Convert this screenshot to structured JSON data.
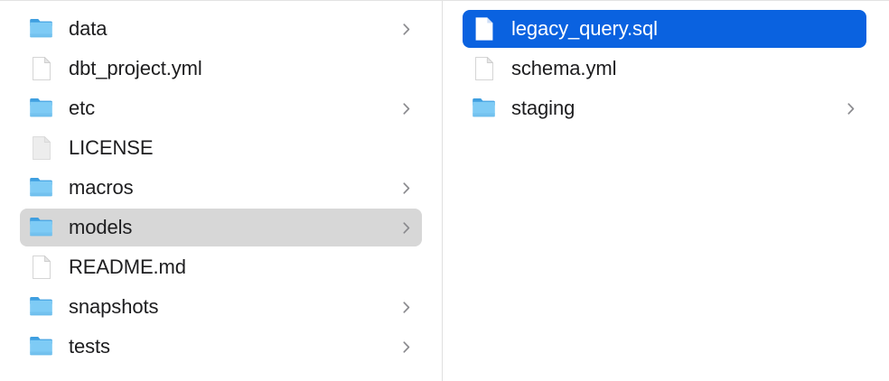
{
  "app": {
    "name": "Finder",
    "view_mode": "column",
    "background_color": "#ffffff",
    "divider_color": "#e0e0e0"
  },
  "colors": {
    "selection_active": "#0a62e0",
    "selection_inactive": "#d7d7d7",
    "text": "#1d1d1f",
    "text_selected": "#ffffff",
    "chevron": "#8a8a8e",
    "folder_front": "#7ecbf5",
    "folder_back": "#3f9fe0",
    "document_fill": "#ffffff",
    "document_border": "#cfcfcf",
    "document_generic_fill": "#ededed"
  },
  "columns": [
    {
      "name": "project-root-column",
      "items": [
        {
          "label": "data",
          "icon": "folder-icon",
          "kind": "folder",
          "has_chevron": true,
          "selected": false,
          "selection_style": "none"
        },
        {
          "label": "dbt_project.yml",
          "icon": "document-icon",
          "kind": "file",
          "has_chevron": false,
          "selected": false,
          "selection_style": "none"
        },
        {
          "label": "etc",
          "icon": "folder-icon",
          "kind": "folder",
          "has_chevron": true,
          "selected": false,
          "selection_style": "none"
        },
        {
          "label": "LICENSE",
          "icon": "generic-document-icon",
          "kind": "file",
          "has_chevron": false,
          "selected": false,
          "selection_style": "none"
        },
        {
          "label": "macros",
          "icon": "folder-icon",
          "kind": "folder",
          "has_chevron": true,
          "selected": false,
          "selection_style": "none"
        },
        {
          "label": "models",
          "icon": "folder-icon",
          "kind": "folder",
          "has_chevron": true,
          "selected": true,
          "selection_style": "gray"
        },
        {
          "label": "README.md",
          "icon": "document-icon",
          "kind": "file",
          "has_chevron": false,
          "selected": false,
          "selection_style": "none"
        },
        {
          "label": "snapshots",
          "icon": "folder-icon",
          "kind": "folder",
          "has_chevron": true,
          "selected": false,
          "selection_style": "none"
        },
        {
          "label": "tests",
          "icon": "folder-icon",
          "kind": "folder",
          "has_chevron": true,
          "selected": false,
          "selection_style": "none"
        }
      ]
    },
    {
      "name": "models-folder-column",
      "items": [
        {
          "label": "legacy_query.sql",
          "icon": "document-icon",
          "kind": "file",
          "has_chevron": false,
          "selected": true,
          "selection_style": "blue"
        },
        {
          "label": "schema.yml",
          "icon": "document-icon",
          "kind": "file",
          "has_chevron": false,
          "selected": false,
          "selection_style": "none"
        },
        {
          "label": "staging",
          "icon": "folder-icon",
          "kind": "folder",
          "has_chevron": true,
          "selected": false,
          "selection_style": "none"
        }
      ]
    }
  ]
}
